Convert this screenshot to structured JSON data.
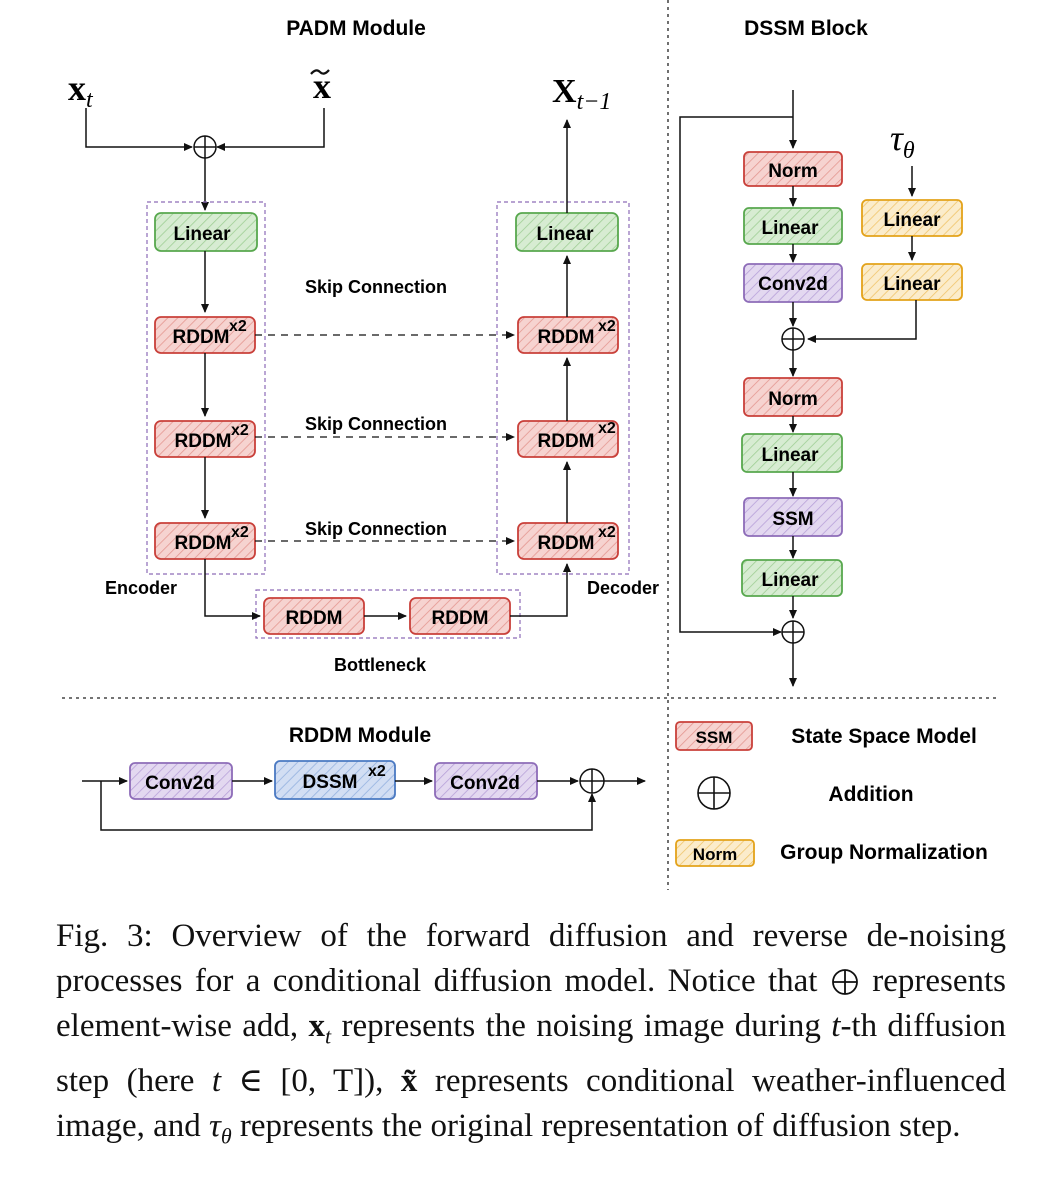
{
  "padm": {
    "title": "PADM Module",
    "input_xt": "x",
    "input_xt_sub": "t",
    "input_xtilde": "x",
    "output_x": "X",
    "output_sub": "t−1",
    "enc_linear": "Linear",
    "dec_linear": "Linear",
    "rddm": "RDDM",
    "times2": "x2",
    "skip": "Skip Connection",
    "encoder": "Encoder",
    "decoder": "Decoder",
    "bottleneck": "Bottleneck",
    "bottleneck_block": "RDDM"
  },
  "dssm": {
    "title": "DSSM Block",
    "tau": "τ",
    "tau_sub": "θ",
    "norm": "Norm",
    "linear": "Linear",
    "conv2d": "Conv2d",
    "ssm": "SSM"
  },
  "rddm_module": {
    "title": "RDDM Module",
    "conv2d": "Conv2d",
    "dssm": "DSSM",
    "times2": "x2"
  },
  "legend": {
    "ssm_box": "SSM",
    "ssm_label": "State Space Model",
    "addition_label": "Addition",
    "norm_box": "Norm",
    "norm_label": "Group Normalization"
  },
  "caption": {
    "p1": "Fig. 3: Overview of the forward diffusion and reverse de-noising processes for a conditional diffusion model. Notice that",
    "p2": "represents element-wise add,",
    "xt": "x",
    "xt_sub": "t",
    "p3": "represents the noising image during",
    "t_var": "t",
    "p4": "-th diffusion step (here",
    "t_var2": "t",
    "range": "∈ [0, T]),",
    "xtilde": "x̃",
    "p5": "represents conditional weather-influenced image, and",
    "tau": "τ",
    "tau_sub": "θ",
    "p6": "represents the original representation of diffusion step."
  },
  "colors": {
    "red_stroke": "#c9403a",
    "red_fill": "#f6d3d0",
    "green_stroke": "#58a84e",
    "green_fill": "#d7ecd2",
    "purple_stroke": "#8d6cb8",
    "purple_fill": "#e3d8f0",
    "blue_stroke": "#4a79c2",
    "blue_fill": "#d2def3",
    "yellow_stroke": "#e3a21a",
    "yellow_fill": "#fbeccb"
  }
}
